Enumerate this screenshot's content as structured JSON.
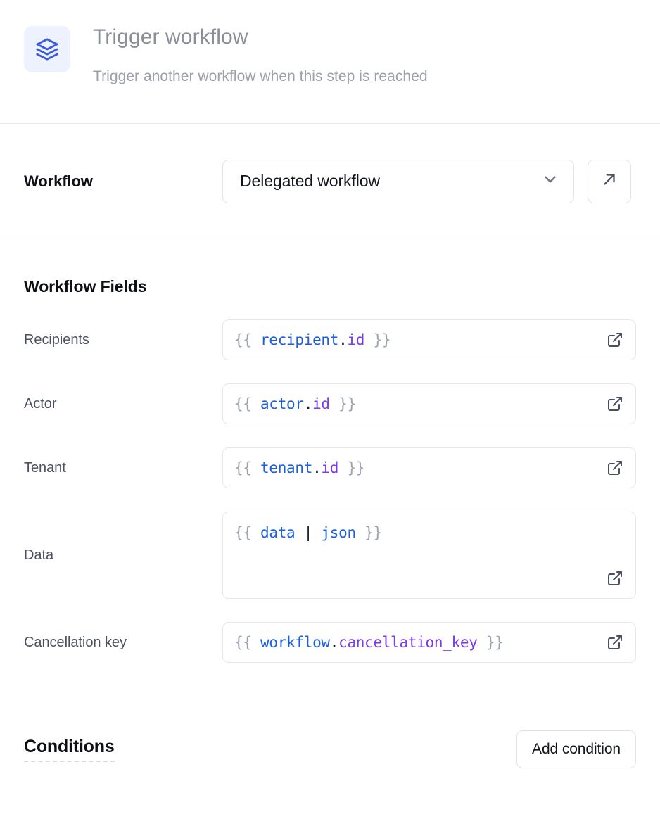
{
  "header": {
    "icon": "layers-icon",
    "title": "Trigger workflow",
    "subtitle": "Trigger another workflow when this step is reached",
    "icon_color": "#3b5bdb",
    "icon_bg": "#eef2fe"
  },
  "workflow_section": {
    "label": "Workflow",
    "select": {
      "value": "Delegated workflow",
      "chevron_icon": "chevron-down-icon"
    },
    "open_button_icon": "arrow-up-right-icon"
  },
  "fields_section": {
    "heading": "Workflow Fields",
    "expand_icon": "external-link-icon",
    "fields": [
      {
        "label": "Recipients",
        "value": "{{ recipient.id }}",
        "tokens": [
          {
            "text": "{{ ",
            "type": "brace"
          },
          {
            "text": "recipient",
            "type": "ident"
          },
          {
            "text": ".",
            "type": "dot"
          },
          {
            "text": "id",
            "type": "prop"
          },
          {
            "text": " }}",
            "type": "brace"
          }
        ],
        "multiline": false
      },
      {
        "label": "Actor",
        "value": "{{ actor.id }}",
        "tokens": [
          {
            "text": "{{ ",
            "type": "brace"
          },
          {
            "text": "actor",
            "type": "ident"
          },
          {
            "text": ".",
            "type": "dot"
          },
          {
            "text": "id",
            "type": "prop"
          },
          {
            "text": " }}",
            "type": "brace"
          }
        ],
        "multiline": false
      },
      {
        "label": "Tenant",
        "value": "{{ tenant.id }}",
        "tokens": [
          {
            "text": "{{ ",
            "type": "brace"
          },
          {
            "text": "tenant",
            "type": "ident"
          },
          {
            "text": ".",
            "type": "dot"
          },
          {
            "text": "id",
            "type": "prop"
          },
          {
            "text": " }}",
            "type": "brace"
          }
        ],
        "multiline": false
      },
      {
        "label": "Data",
        "value": "{{ data | json }}",
        "tokens": [
          {
            "text": "{{ ",
            "type": "brace"
          },
          {
            "text": "data",
            "type": "ident"
          },
          {
            "text": " | ",
            "type": "pipe"
          },
          {
            "text": "json",
            "type": "filter"
          },
          {
            "text": " }}",
            "type": "brace"
          }
        ],
        "multiline": true
      },
      {
        "label": "Cancellation key",
        "value": "{{ workflow.cancellation_key }}",
        "tokens": [
          {
            "text": "{{ ",
            "type": "brace"
          },
          {
            "text": "workflow",
            "type": "ident"
          },
          {
            "text": ".",
            "type": "dot"
          },
          {
            "text": "cancellation_key",
            "type": "prop"
          },
          {
            "text": " }}",
            "type": "brace"
          }
        ],
        "multiline": false
      }
    ]
  },
  "conditions_section": {
    "title": "Conditions",
    "add_button_label": "Add condition"
  },
  "colors": {
    "accent": "#3b5bdb",
    "border": "#e2e3e8",
    "divider": "#e9eaee",
    "text_primary": "#0d0f14",
    "text_muted": "#8b8f9a",
    "code_ident": "#1b5fd9",
    "code_prop": "#7c3aed",
    "code_brace": "#9ca3af"
  }
}
